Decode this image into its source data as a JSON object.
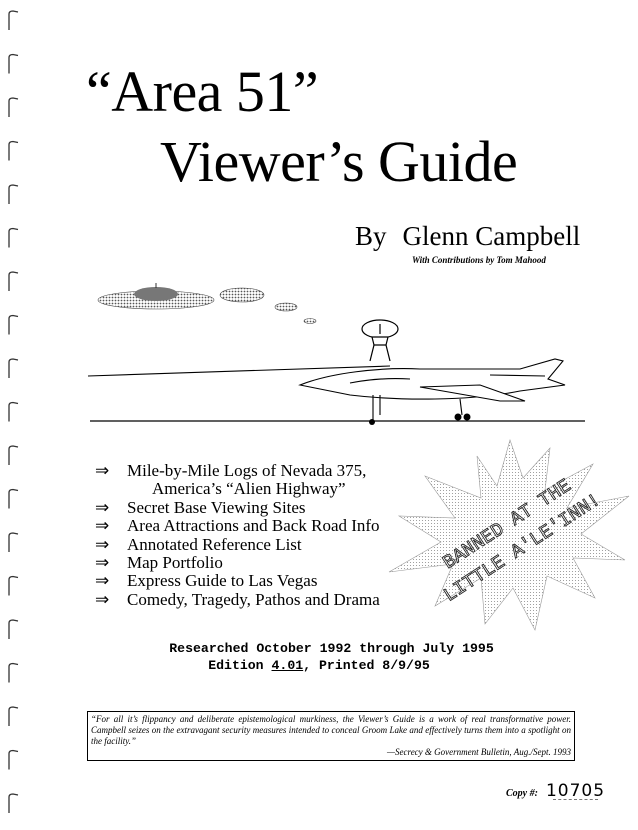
{
  "title": {
    "line1": "“Area 51”",
    "line2": "Viewer’s Guide"
  },
  "byline": {
    "by": "By",
    "author": "Glenn Campbell",
    "contributions": "With Contributions by Tom Mahood"
  },
  "features": [
    {
      "arrow": "⇒",
      "text": "Mile-by-Mile Logs of Nevada 375,",
      "continuation": "America’s “Alien Highway”"
    },
    {
      "arrow": "⇒",
      "text": "Secret Base Viewing Sites"
    },
    {
      "arrow": "⇒",
      "text": "Area Attractions and Back Road Info"
    },
    {
      "arrow": "⇒",
      "text": "Annotated Reference List"
    },
    {
      "arrow": "⇒",
      "text": "Map Portfolio"
    },
    {
      "arrow": "⇒",
      "text": "Express Guide to Las Vegas"
    },
    {
      "arrow": "⇒",
      "text": "Comedy, Tragedy, Pathos and Drama"
    }
  ],
  "stamp": {
    "line1": "BANNED AT THE",
    "line2": "LITTLE A'LE'INN!"
  },
  "researched": {
    "line1": "Researched October 1992 through July 1995",
    "edition_prefix": "Edition ",
    "edition_number": "4.01",
    "edition_suffix": ", Printed 8/9/95"
  },
  "quote": {
    "text": "“For all it’s flippancy and deliberate epistemological murkiness, the Viewer’s Guide is a work of real transformative power. Campbell seizes on the extravagant security measures intended to conceal Groom Lake and effectively turns them into a spotlight on the facility.”",
    "citation": "—Secrecy & Government Bulletin, Aug./Sept. 1993"
  },
  "copy": {
    "label": "Copy #:",
    "number": "10705"
  }
}
